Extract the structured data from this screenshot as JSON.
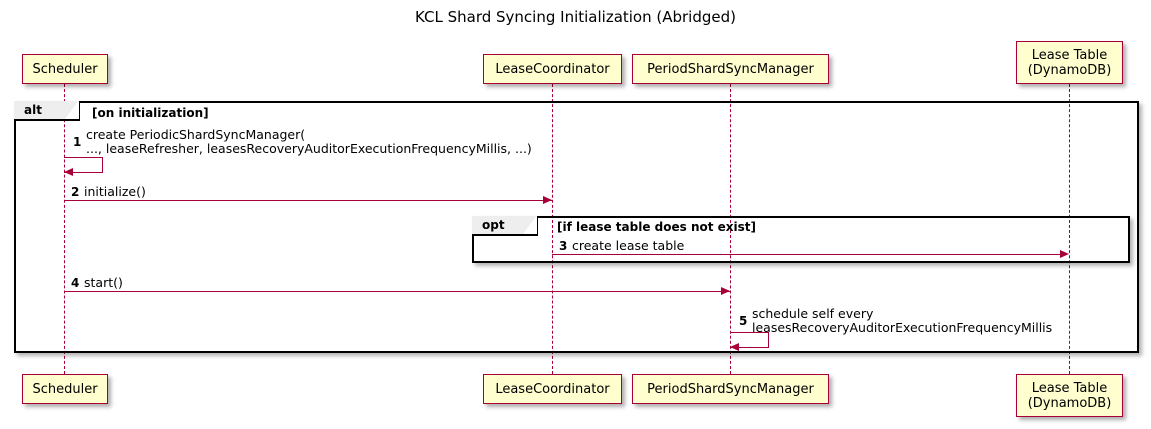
{
  "diagram": {
    "title": "KCL Shard Syncing Initialization (Abridged)",
    "type": "uml-sequence-diagram"
  },
  "participants": [
    {
      "id": "scheduler",
      "label": "Scheduler"
    },
    {
      "id": "lease-coordinator",
      "label": "LeaseCoordinator"
    },
    {
      "id": "period-shard-sync-manager",
      "label": "PeriodShardSyncManager"
    },
    {
      "id": "lease-table",
      "label": "Lease Table\n(DynamoDB)"
    }
  ],
  "fragments": [
    {
      "id": "alt",
      "operator": "alt",
      "guard": "[on initialization]"
    },
    {
      "id": "opt",
      "operator": "opt",
      "guard": "[if lease table does not exist]"
    }
  ],
  "messages": [
    {
      "number": "1",
      "text": "create PeriodicShardSyncManager(\n   ..., leaseRefresher, leasesRecoveryAuditorExecutionFrequencyMillis, ...)",
      "from": "scheduler",
      "to": "scheduler",
      "kind": "self"
    },
    {
      "number": "2",
      "text": "initialize()",
      "from": "scheduler",
      "to": "lease-coordinator",
      "kind": "call"
    },
    {
      "number": "3",
      "text": "create lease table",
      "from": "lease-coordinator",
      "to": "lease-table",
      "kind": "call"
    },
    {
      "number": "4",
      "text": "start()",
      "from": "scheduler",
      "to": "period-shard-sync-manager",
      "kind": "call"
    },
    {
      "number": "5",
      "text": "schedule self every\n   leasesRecoveryAuditorExecutionFrequencyMillis",
      "from": "period-shard-sync-manager",
      "to": "period-shard-sync-manager",
      "kind": "self"
    }
  ],
  "colors": {
    "participant_fill": "#FEFECE",
    "participant_border": "#A80036",
    "arrow": "#A80036",
    "fragment_border": "#000000",
    "fragment_tab_fill": "#EEEEEE",
    "text": "#000000",
    "background": "#FFFFFF"
  }
}
